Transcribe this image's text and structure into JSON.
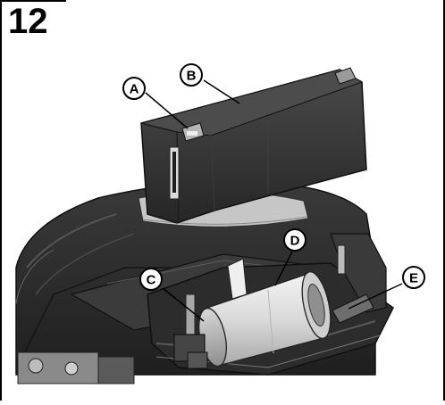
{
  "figure": {
    "step_number": "12",
    "callouts": [
      {
        "id": "a",
        "label": "A"
      },
      {
        "id": "b",
        "label": "B"
      },
      {
        "id": "c",
        "label": "C"
      },
      {
        "id": "d",
        "label": "D"
      },
      {
        "id": "e",
        "label": "E"
      }
    ]
  },
  "colors": {
    "frame": "#000000",
    "housing": "#2f2f2f",
    "filter": "#e6e6e6",
    "background": "#ffffff"
  }
}
